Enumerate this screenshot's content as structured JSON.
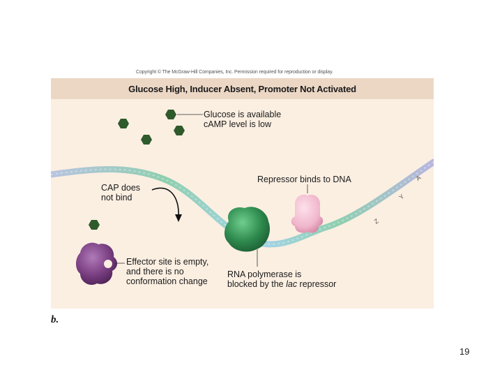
{
  "copyright": "Copyright © The McGraw-Hill Companies, Inc. Permission required for reproduction or display.",
  "figure": {
    "title": "Glucose High, Inducer Absent, Promoter Not Activated",
    "labels": {
      "glucose": [
        "Glucose is available",
        "cAMP level is low"
      ],
      "cap": [
        "CAP does",
        "not bind"
      ],
      "repressor": "Repressor binds to DNA",
      "effector": [
        "Effector site is empty,",
        "and there is no",
        "conformation change"
      ],
      "polymerase_line1": "RNA polymerase is",
      "polymerase_line2_pre": "blocked by the ",
      "polymerase_line2_italic": "lac",
      "polymerase_line2_post": " repressor"
    },
    "gene_letters": [
      "Z",
      "Y",
      "A"
    ]
  },
  "panel_letter": "b.",
  "page_number": "19",
  "colors": {
    "background": "#fbefe2",
    "title_bar": "#ecd7c5",
    "glucose": "#2f5a2c",
    "cap": "#7a3f82",
    "rna_polymerase": "#2e8a4e",
    "repressor": "#f0b6cc",
    "dna": "#9ec9d9"
  }
}
